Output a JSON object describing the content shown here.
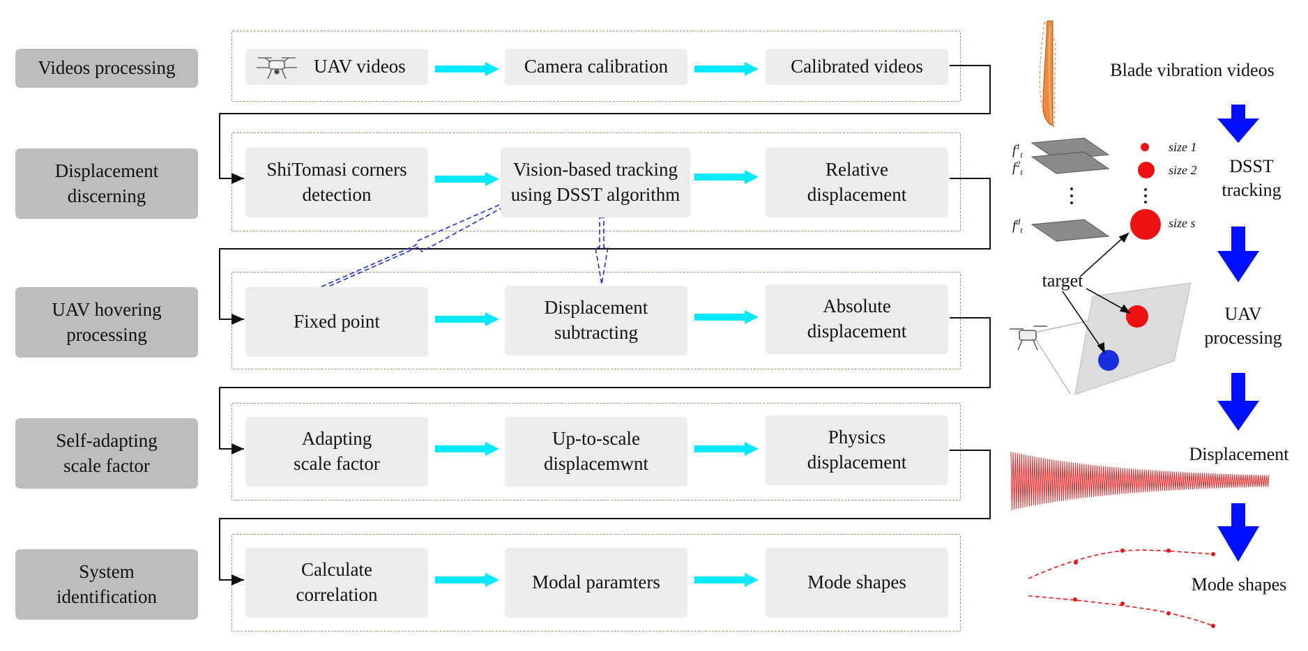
{
  "stages": [
    {
      "label": [
        "Videos processing"
      ],
      "nodes": [
        [
          "UAV videos"
        ],
        [
          "Camera calibration"
        ],
        [
          "Calibrated videos"
        ]
      ]
    },
    {
      "label": [
        "Displacement",
        "discerning"
      ],
      "nodes": [
        [
          "ShiTomasi corners",
          "detection"
        ],
        [
          "Vision-based tracking",
          "using DSST algorithm"
        ],
        [
          "Relative",
          "displacement"
        ]
      ]
    },
    {
      "label": [
        "UAV hovering",
        "processing"
      ],
      "nodes": [
        [
          "Fixed point"
        ],
        [
          "Displacement",
          "subtracting"
        ],
        [
          "Absolute",
          "displacement"
        ]
      ]
    },
    {
      "label": [
        "Self-adapting",
        "scale factor"
      ],
      "nodes": [
        [
          "Adapting",
          "scale factor"
        ],
        [
          "Up-to-scale",
          "displacemwnt"
        ],
        [
          "Physics",
          "displacement"
        ]
      ]
    },
    {
      "label": [
        "System",
        "identification"
      ],
      "nodes": [
        [
          "Calculate",
          "correlation"
        ],
        [
          "Modal paramters"
        ],
        [
          "Mode shapes"
        ]
      ]
    }
  ],
  "right_panel": {
    "title": "Blade vibration videos",
    "dsst": [
      "DSST",
      "tracking"
    ],
    "uav": [
      "UAV",
      "processing"
    ],
    "displacement": "Displacement",
    "mode_shapes": "Mode shapes",
    "target": "target",
    "sizes": [
      "size 1",
      "size 2",
      "size s"
    ],
    "features": [
      "f",
      "f",
      "f"
    ],
    "feature_sup": [
      "1",
      "2",
      "d"
    ],
    "feature_sub": [
      "t",
      "t",
      "t"
    ],
    "dots": "⋮"
  },
  "colors": {
    "stage_label_bg": "#bdbdbd",
    "node_bg": "#ececec",
    "dashed_border": "#b38a72",
    "flow_arrow": "#00eaff",
    "process_arrow": "#0010ff",
    "red_marker": "#ee1111",
    "blue_marker": "#1a2de0",
    "blade": "#f08a3a"
  },
  "icons": [
    "drone-icon",
    "blade-icon",
    "feature-layers-icon",
    "scale-circles-icon",
    "target-plane-icon",
    "displacement-signal-icon",
    "mode-shape-curves-icon"
  ]
}
